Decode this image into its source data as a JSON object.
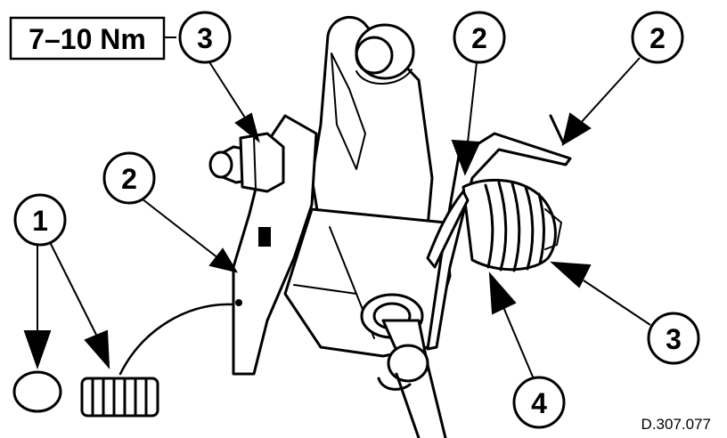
{
  "torque_label": "7–10 Nm",
  "callouts": [
    {
      "id": "c3-top",
      "number": "3"
    },
    {
      "id": "c2-left",
      "number": "2"
    },
    {
      "id": "c1",
      "number": "1"
    },
    {
      "id": "c2-mid",
      "number": "2"
    },
    {
      "id": "c2-right",
      "number": "2"
    },
    {
      "id": "c3-right",
      "number": "3"
    },
    {
      "id": "c4",
      "number": "4"
    }
  ],
  "drawing_code": "D.307.077",
  "colors": {
    "ink": "#000000",
    "paper": "#ffffff"
  }
}
